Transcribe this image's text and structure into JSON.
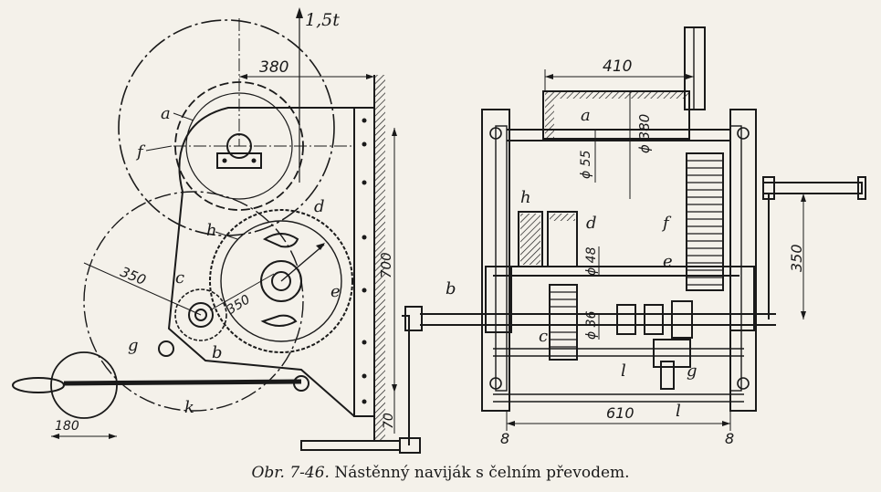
{
  "caption": {
    "figure": "Obr. 7-46.",
    "text": "Nástěnný naviják s čelním převodem."
  },
  "left_view": {
    "load": "1,5t",
    "dimensions": {
      "d380": "380",
      "d350a": "350",
      "d350b": "350",
      "d700": "700",
      "d70": "70",
      "d180": "180"
    },
    "labels": {
      "a": "a",
      "f": "f",
      "h": "h",
      "d": "d",
      "c": "c",
      "b": "b",
      "e": "e",
      "g": "g",
      "k": "k"
    }
  },
  "right_view": {
    "dimensions": {
      "d410": "410",
      "phi380": "ϕ 380",
      "phi55": "ϕ 55",
      "phi48": "ϕ 48",
      "phi36": "ϕ 36",
      "d350": "350",
      "d610": "610",
      "d8a": "8",
      "d8b": "8"
    },
    "labels": {
      "a": "a",
      "h": "h",
      "d": "d",
      "f": "f",
      "e": "e",
      "b": "b",
      "c": "c",
      "l1": "l",
      "g": "g",
      "l2": "l"
    }
  },
  "colors": {
    "ink": "#1a1a1a",
    "paper": "#f4f1ea"
  }
}
